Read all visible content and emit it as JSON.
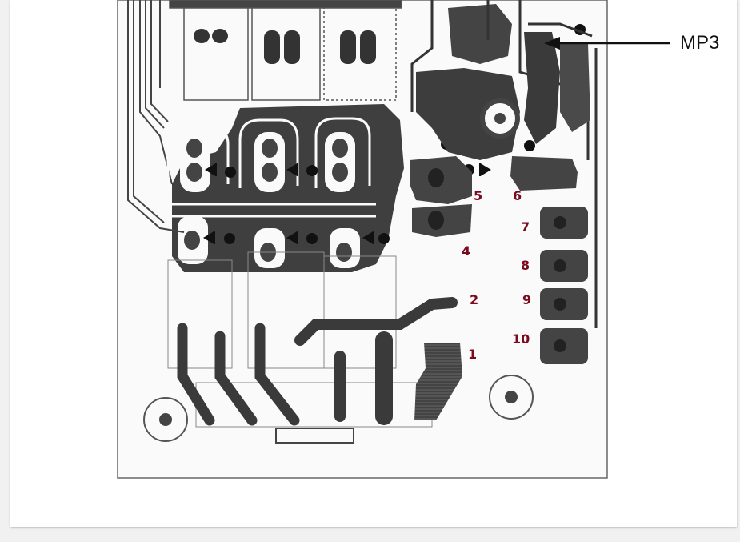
{
  "callout": {
    "label": "MP3"
  },
  "pins": {
    "p1": "1",
    "p2": "2",
    "p4": "4",
    "p5": "5",
    "p6": "6",
    "p7": "7",
    "p8": "8",
    "p9": "9",
    "p10": "10"
  },
  "colors": {
    "trace": "#3a3a3a",
    "pin_label": "#7a0a1e",
    "card": "#ffffff",
    "background": "#f1f1f1"
  }
}
